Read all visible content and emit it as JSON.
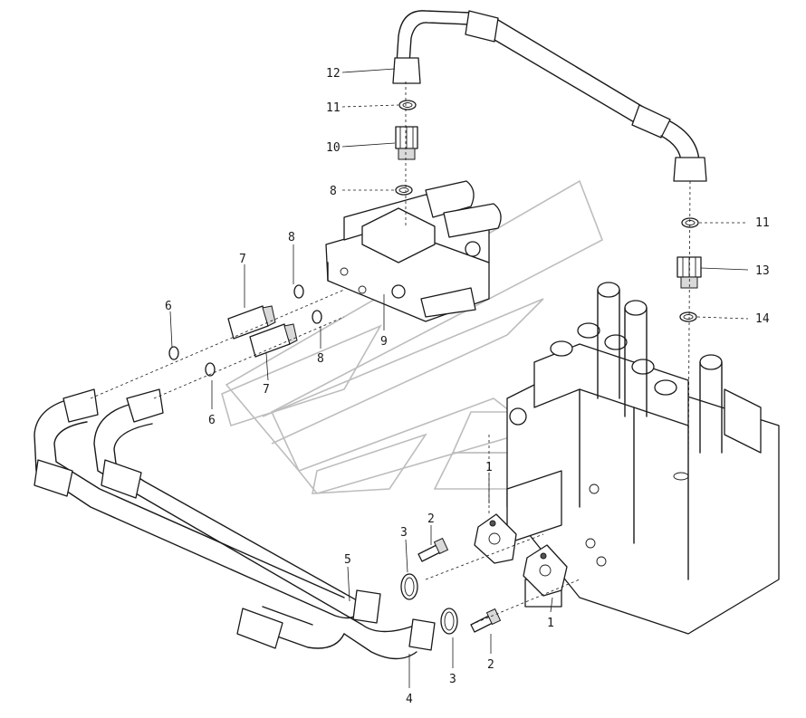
{
  "callouts": [
    {
      "id": "c12",
      "text": "12"
    },
    {
      "id": "c11a",
      "text": "11"
    },
    {
      "id": "c10",
      "text": "10"
    },
    {
      "id": "c8a",
      "text": "8"
    },
    {
      "id": "c11b",
      "text": "11"
    },
    {
      "id": "c13",
      "text": "13"
    },
    {
      "id": "c14",
      "text": "14"
    },
    {
      "id": "c8b",
      "text": "8"
    },
    {
      "id": "c7a",
      "text": "7"
    },
    {
      "id": "c9",
      "text": "9"
    },
    {
      "id": "c8c",
      "text": "8"
    },
    {
      "id": "c6a",
      "text": "6"
    },
    {
      "id": "c7b",
      "text": "7"
    },
    {
      "id": "c6b",
      "text": "6"
    },
    {
      "id": "c1a",
      "text": "1"
    },
    {
      "id": "c3a",
      "text": "3"
    },
    {
      "id": "c2a",
      "text": "2"
    },
    {
      "id": "c5",
      "text": "5"
    },
    {
      "id": "c1b",
      "text": "1"
    },
    {
      "id": "c3b",
      "text": "3"
    },
    {
      "id": "c2b",
      "text": "2"
    },
    {
      "id": "c4",
      "text": "4"
    }
  ]
}
